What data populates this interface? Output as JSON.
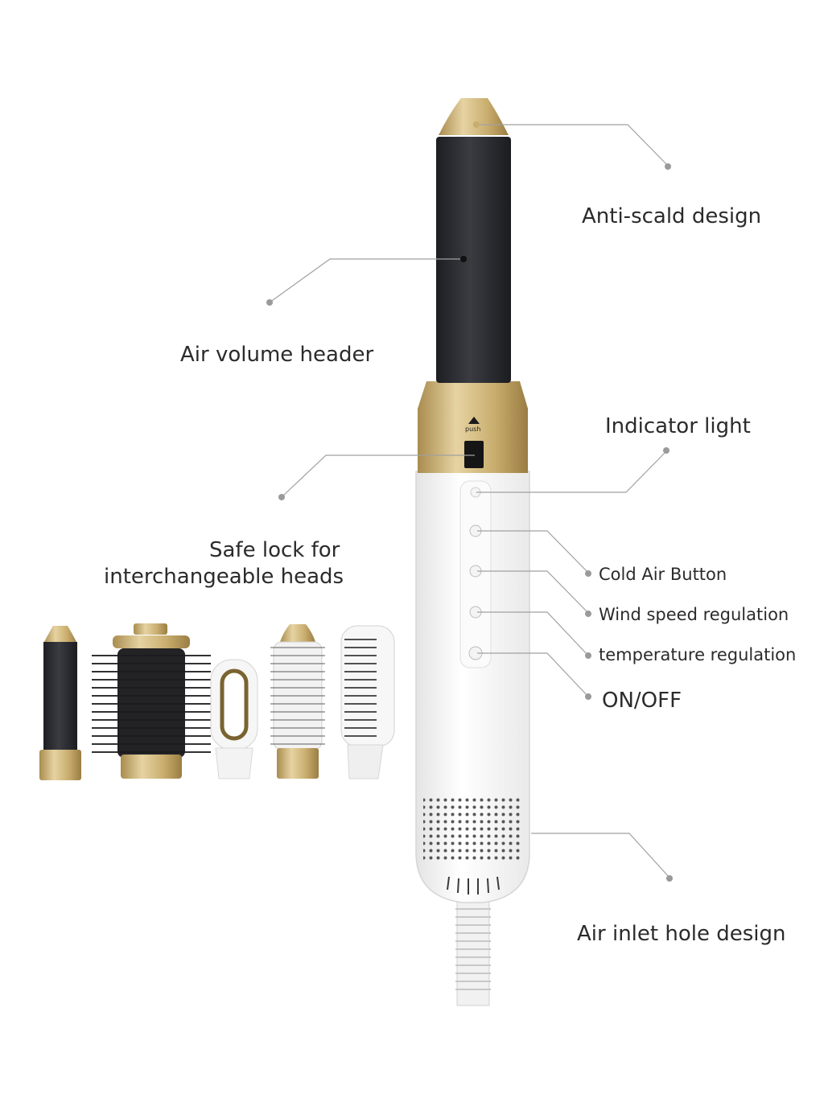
{
  "device": {
    "push_label": "push",
    "colors": {
      "gold": "#c9ad6e",
      "gold_dark": "#a98c4e",
      "barrel": "#2c2d31",
      "body": "#f8f8f8",
      "leader": "#9a9a9a"
    }
  },
  "callouts": {
    "anti_scald": "Anti-scald design",
    "air_volume": "Air volume header",
    "indicator_light": "Indicator light",
    "safe_lock_line1": "Safe lock for",
    "safe_lock_line2": "interchangeable heads",
    "cold_air": "Cold Air Button",
    "wind_speed": "Wind speed regulation",
    "temperature": "temperature regulation",
    "on_off": "ON/OFF",
    "air_inlet": "Air inlet hole design"
  },
  "attachments": [
    {
      "name": "small-barrel-curler"
    },
    {
      "name": "round-volume-brush"
    },
    {
      "name": "oval-concentrator"
    },
    {
      "name": "round-bristle-brush"
    },
    {
      "name": "paddle-brush"
    }
  ]
}
